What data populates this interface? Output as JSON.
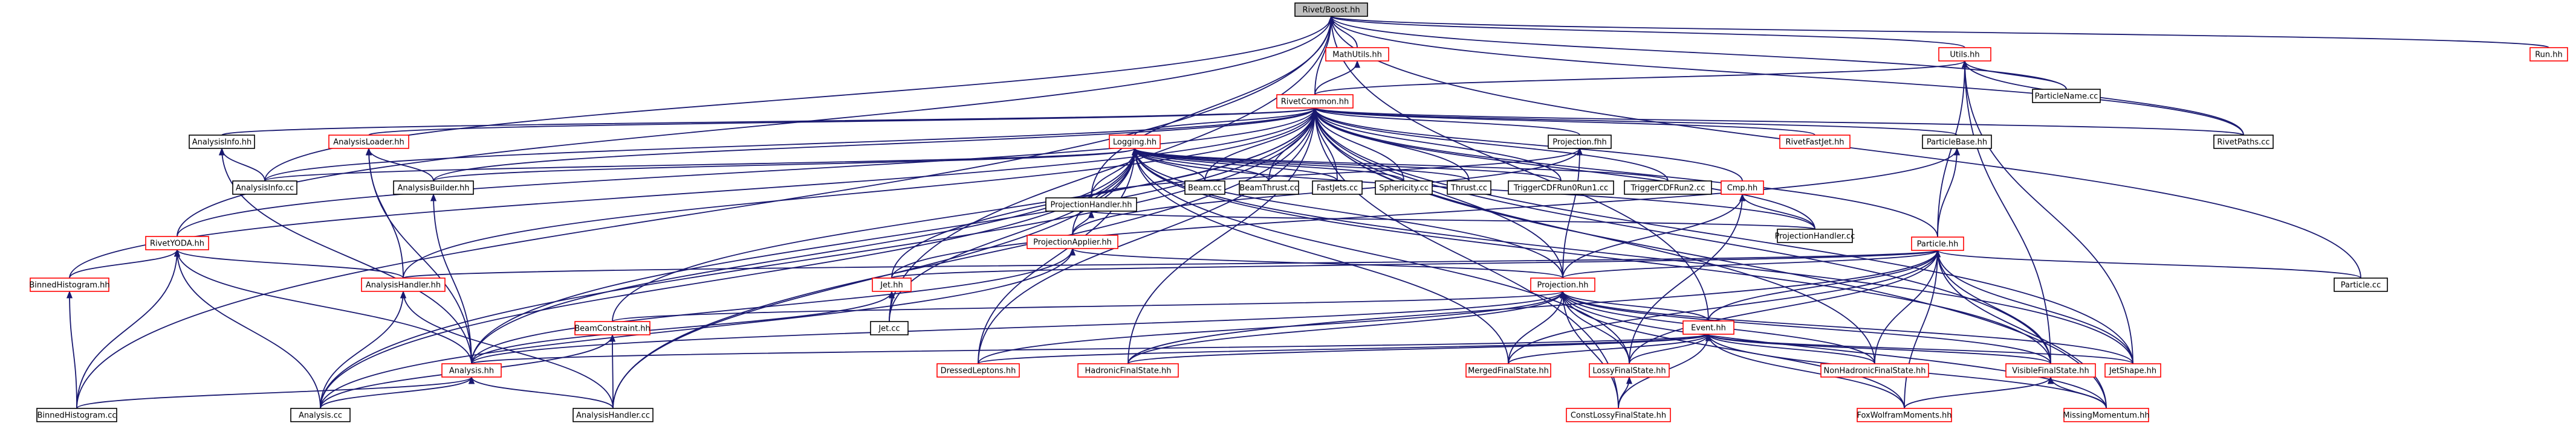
{
  "colors": {
    "node_border_black": "#000000",
    "node_border_red": "#ff0000",
    "root_fill": "#bfbfbf",
    "node_fill": "#ffffff",
    "edge_color": "#191970",
    "edge_color_alt": "#333333"
  },
  "nodes": [
    {
      "id": "rivetboost",
      "label": "Rivet/Boost.hh",
      "border": "black",
      "root": true
    },
    {
      "id": "mathutils",
      "label": "MathUtils.hh",
      "border": "red"
    },
    {
      "id": "utils",
      "label": "Utils.hh",
      "border": "red"
    },
    {
      "id": "run",
      "label": "Run.hh",
      "border": "red"
    },
    {
      "id": "rivetcommon",
      "label": "RivetCommon.hh",
      "border": "red"
    },
    {
      "id": "particlename",
      "label": "ParticleName.cc",
      "border": "black"
    },
    {
      "id": "rivetpaths",
      "label": "RivetPaths.cc",
      "border": "black"
    },
    {
      "id": "analysisinfohh",
      "label": "AnalysisInfo.hh",
      "border": "black"
    },
    {
      "id": "analysisloader",
      "label": "AnalysisLoader.hh",
      "border": "red"
    },
    {
      "id": "logging",
      "label": "Logging.hh",
      "border": "red"
    },
    {
      "id": "projectionfhh",
      "label": "Projection.fhh",
      "border": "black"
    },
    {
      "id": "rivetfastjet",
      "label": "RivetFastJet.hh",
      "border": "red"
    },
    {
      "id": "particlebase",
      "label": "ParticleBase.hh",
      "border": "black"
    },
    {
      "id": "analysisinfocc",
      "label": "AnalysisInfo.cc",
      "border": "black"
    },
    {
      "id": "analysisbuilder",
      "label": "AnalysisBuilder.hh",
      "border": "black"
    },
    {
      "id": "beamcc",
      "label": "Beam.cc",
      "border": "black"
    },
    {
      "id": "beamthrust",
      "label": "BeamThrust.cc",
      "border": "black"
    },
    {
      "id": "fastjets",
      "label": "FastJets.cc",
      "border": "black"
    },
    {
      "id": "sphericity",
      "label": "Sphericity.cc",
      "border": "black"
    },
    {
      "id": "thrust",
      "label": "Thrust.cc",
      "border": "black"
    },
    {
      "id": "triggercdf1",
      "label": "TriggerCDFRun0Run1.cc",
      "border": "black"
    },
    {
      "id": "triggercdf2",
      "label": "TriggerCDFRun2.cc",
      "border": "black"
    },
    {
      "id": "projectionhandlerhh",
      "label": "ProjectionHandler.hh",
      "border": "black"
    },
    {
      "id": "cmp",
      "label": "Cmp.hh",
      "border": "red"
    },
    {
      "id": "projectionhandlercc",
      "label": "ProjectionHandler.cc",
      "border": "black"
    },
    {
      "id": "rivetyoda",
      "label": "RivetYODA.hh",
      "border": "red"
    },
    {
      "id": "projectionapplier",
      "label": "ProjectionApplier.hh",
      "border": "red"
    },
    {
      "id": "particlehh",
      "label": "Particle.hh",
      "border": "red"
    },
    {
      "id": "particlecc",
      "label": "Particle.cc",
      "border": "black"
    },
    {
      "id": "binnedhistohh",
      "label": "BinnedHistogram.hh",
      "border": "red"
    },
    {
      "id": "analysishandlerhh",
      "label": "AnalysisHandler.hh",
      "border": "red"
    },
    {
      "id": "jethh",
      "label": "Jet.hh",
      "border": "red"
    },
    {
      "id": "projectionhh",
      "label": "Projection.hh",
      "border": "red"
    },
    {
      "id": "jetcc",
      "label": "Jet.cc",
      "border": "black"
    },
    {
      "id": "beamconstraint",
      "label": "BeamConstraint.hh",
      "border": "red"
    },
    {
      "id": "eventhh",
      "label": "Event.hh",
      "border": "red"
    },
    {
      "id": "analysishh",
      "label": "Analysis.hh",
      "border": "red"
    },
    {
      "id": "dressedleptons",
      "label": "DressedLeptons.hh",
      "border": "red"
    },
    {
      "id": "hadronicfs",
      "label": "HadronicFinalState.hh",
      "border": "red"
    },
    {
      "id": "mergedfs",
      "label": "MergedFinalState.hh",
      "border": "red"
    },
    {
      "id": "lossyfs",
      "label": "LossyFinalState.hh",
      "border": "red"
    },
    {
      "id": "nonhadronicfs",
      "label": "NonHadronicFinalState.hh",
      "border": "red"
    },
    {
      "id": "visiblefs",
      "label": "VisibleFinalState.hh",
      "border": "red"
    },
    {
      "id": "jetshape",
      "label": "JetShape.hh",
      "border": "red"
    },
    {
      "id": "binnedhistocc",
      "label": "BinnedHistogram.cc",
      "border": "black"
    },
    {
      "id": "analysiscc",
      "label": "Analysis.cc",
      "border": "black"
    },
    {
      "id": "analysishandlercc",
      "label": "AnalysisHandler.cc",
      "border": "black"
    },
    {
      "id": "constlossyfs",
      "label": "ConstLossyFinalState.hh",
      "border": "red"
    },
    {
      "id": "foxwolfram",
      "label": "FoxWolframMoments.hh",
      "border": "red"
    },
    {
      "id": "missingmomentum",
      "label": "MissingMomentum.hh",
      "border": "red"
    }
  ],
  "edges": [
    [
      "rivetboost",
      "mathutils"
    ],
    [
      "rivetboost",
      "utils"
    ],
    [
      "rivetboost",
      "run"
    ],
    [
      "rivetboost",
      "rivetcommon"
    ],
    [
      "rivetboost",
      "particlename"
    ],
    [
      "rivetboost",
      "rivetpaths"
    ],
    [
      "rivetboost",
      "analysisinfocc"
    ],
    [
      "rivetboost",
      "projectionhandlerhh"
    ],
    [
      "rivetboost",
      "rivetyoda"
    ],
    [
      "rivetboost",
      "binnedhistocc"
    ],
    [
      "rivetboost",
      "particlecc"
    ],
    [
      "rivetboost",
      "jetcc"
    ],
    [
      "rivetboost",
      "eventhh"
    ],
    [
      "mathutils",
      "rivetcommon"
    ],
    [
      "utils",
      "rivetcommon"
    ],
    [
      "utils",
      "particlename"
    ],
    [
      "utils",
      "rivetpaths"
    ],
    [
      "utils",
      "particlehh"
    ],
    [
      "utils",
      "jetshape"
    ],
    [
      "utils",
      "visiblefs"
    ],
    [
      "rivetcommon",
      "analysisinfohh"
    ],
    [
      "rivetcommon",
      "analysisloader"
    ],
    [
      "rivetcommon",
      "logging"
    ],
    [
      "rivetcommon",
      "projectionfhh"
    ],
    [
      "rivetcommon",
      "rivetfastjet"
    ],
    [
      "rivetcommon",
      "particlebase"
    ],
    [
      "rivetcommon",
      "rivetpaths"
    ],
    [
      "rivetcommon",
      "analysisinfocc"
    ],
    [
      "rivetcommon",
      "analysisbuilder"
    ],
    [
      "rivetcommon",
      "beamcc"
    ],
    [
      "rivetcommon",
      "beamthrust"
    ],
    [
      "rivetcommon",
      "fastjets"
    ],
    [
      "rivetcommon",
      "sphericity"
    ],
    [
      "rivetcommon",
      "thrust"
    ],
    [
      "rivetcommon",
      "triggercdf1"
    ],
    [
      "rivetcommon",
      "triggercdf2"
    ],
    [
      "rivetcommon",
      "cmp"
    ],
    [
      "rivetcommon",
      "projectionhandlercc"
    ],
    [
      "rivetcommon",
      "rivetyoda"
    ],
    [
      "rivetcommon",
      "particlehh"
    ],
    [
      "rivetcommon",
      "binnedhistohh"
    ],
    [
      "rivetcommon",
      "analysishandlerhh"
    ],
    [
      "rivetcommon",
      "jethh"
    ],
    [
      "rivetcommon",
      "projectionhh"
    ],
    [
      "rivetcommon",
      "beamconstraint"
    ],
    [
      "rivetcommon",
      "analysishh"
    ],
    [
      "rivetcommon",
      "analysiscc"
    ],
    [
      "rivetcommon",
      "analysishandlercc"
    ],
    [
      "rivetcommon",
      "dressedleptons"
    ],
    [
      "rivetcommon",
      "hadronicfs"
    ],
    [
      "rivetcommon",
      "constlossyfs"
    ],
    [
      "rivetcommon",
      "nonhadronicfs"
    ],
    [
      "rivetcommon",
      "visiblefs"
    ],
    [
      "rivetcommon",
      "jetshape"
    ],
    [
      "rivetcommon",
      "missingmomentum"
    ],
    [
      "analysisinfohh",
      "analysisinfocc"
    ],
    [
      "analysisinfohh",
      "analysishh"
    ],
    [
      "analysisloader",
      "analysisbuilder"
    ],
    [
      "analysisloader",
      "analysishandlerhh"
    ],
    [
      "analysisloader",
      "analysishh"
    ],
    [
      "logging",
      "analysisinfocc"
    ],
    [
      "logging",
      "analysisbuilder"
    ],
    [
      "logging",
      "beamcc"
    ],
    [
      "logging",
      "beamthrust"
    ],
    [
      "logging",
      "fastjets"
    ],
    [
      "logging",
      "sphericity"
    ],
    [
      "logging",
      "thrust"
    ],
    [
      "logging",
      "triggercdf1"
    ],
    [
      "logging",
      "triggercdf2"
    ],
    [
      "logging",
      "projectionhandlerhh"
    ],
    [
      "logging",
      "projectionapplier"
    ],
    [
      "logging",
      "projectionhandlercc"
    ],
    [
      "logging",
      "jetcc"
    ],
    [
      "logging",
      "projectionhh"
    ],
    [
      "logging",
      "analysishh"
    ],
    [
      "logging",
      "analysiscc"
    ],
    [
      "logging",
      "analysishandlercc"
    ],
    [
      "logging",
      "mergedfs"
    ],
    [
      "logging",
      "lossyfs"
    ],
    [
      "logging",
      "visiblefs"
    ],
    [
      "logging",
      "jetshape"
    ],
    [
      "logging",
      "dressedleptons"
    ],
    [
      "projectionfhh",
      "projectionhandlerhh"
    ],
    [
      "projectionfhh",
      "projectionapplier"
    ],
    [
      "projectionfhh",
      "projectionhh"
    ],
    [
      "particlebase",
      "particlehh"
    ],
    [
      "particlebase",
      "jethh"
    ],
    [
      "analysisbuilder",
      "analysishh"
    ],
    [
      "projectionhandlerhh",
      "projectionapplier"
    ],
    [
      "projectionhandlerhh",
      "projectionhandlercc"
    ],
    [
      "cmp",
      "projectionhh"
    ],
    [
      "cmp",
      "projectionhandlercc"
    ],
    [
      "cmp",
      "lossyfs"
    ],
    [
      "rivetyoda",
      "binnedhistohh"
    ],
    [
      "rivetyoda",
      "analysishandlerhh"
    ],
    [
      "rivetyoda",
      "analysishh"
    ],
    [
      "rivetyoda",
      "analysiscc"
    ],
    [
      "rivetyoda",
      "binnedhistocc"
    ],
    [
      "projectionapplier",
      "projectionhh"
    ],
    [
      "projectionapplier",
      "analysishh"
    ],
    [
      "projectionapplier",
      "analysiscc"
    ],
    [
      "particlehh",
      "particlecc"
    ],
    [
      "particlehh",
      "jethh"
    ],
    [
      "particlehh",
      "projectionhh"
    ],
    [
      "particlehh",
      "eventhh"
    ],
    [
      "particlehh",
      "analysishandlerhh"
    ],
    [
      "particlehh",
      "mergedfs"
    ],
    [
      "particlehh",
      "lossyfs"
    ],
    [
      "particlehh",
      "nonhadronicfs"
    ],
    [
      "particlehh",
      "visiblefs"
    ],
    [
      "particlehh",
      "jetshape"
    ],
    [
      "particlehh",
      "foxwolfram"
    ],
    [
      "particlehh",
      "missingmomentum"
    ],
    [
      "particlehh",
      "hadronicfs"
    ],
    [
      "binnedhistohh",
      "binnedhistocc"
    ],
    [
      "analysishandlerhh",
      "analysiscc"
    ],
    [
      "analysishandlerhh",
      "analysishandlercc"
    ],
    [
      "jethh",
      "jetcc"
    ],
    [
      "jethh",
      "analysishh"
    ],
    [
      "projectionhh",
      "eventhh"
    ],
    [
      "projectionhh",
      "analysishh"
    ],
    [
      "projectionhh",
      "beamconstraint"
    ],
    [
      "projectionhh",
      "dressedleptons"
    ],
    [
      "projectionhh",
      "hadronicfs"
    ],
    [
      "projectionhh",
      "mergedfs"
    ],
    [
      "projectionhh",
      "lossyfs"
    ],
    [
      "projectionhh",
      "nonhadronicfs"
    ],
    [
      "projectionhh",
      "visiblefs"
    ],
    [
      "projectionhh",
      "jetshape"
    ],
    [
      "projectionhh",
      "constlossyfs"
    ],
    [
      "projectionhh",
      "foxwolfram"
    ],
    [
      "projectionhh",
      "missingmomentum"
    ],
    [
      "beamconstraint",
      "analysiscc"
    ],
    [
      "beamconstraint",
      "analysishandlercc"
    ],
    [
      "eventhh",
      "analysishh"
    ],
    [
      "eventhh",
      "dressedleptons"
    ],
    [
      "eventhh",
      "hadronicfs"
    ],
    [
      "eventhh",
      "mergedfs"
    ],
    [
      "eventhh",
      "lossyfs"
    ],
    [
      "eventhh",
      "nonhadronicfs"
    ],
    [
      "eventhh",
      "visiblefs"
    ],
    [
      "eventhh",
      "jetshape"
    ],
    [
      "eventhh",
      "constlossyfs"
    ],
    [
      "eventhh",
      "foxwolfram"
    ],
    [
      "eventhh",
      "missingmomentum"
    ],
    [
      "analysishh",
      "binnedhistocc"
    ],
    [
      "analysishh",
      "analysiscc"
    ],
    [
      "analysishh",
      "analysishandlercc"
    ],
    [
      "lossyfs",
      "constlossyfs"
    ],
    [
      "visiblefs",
      "foxwolfram"
    ],
    [
      "visiblefs",
      "missingmomentum"
    ]
  ]
}
